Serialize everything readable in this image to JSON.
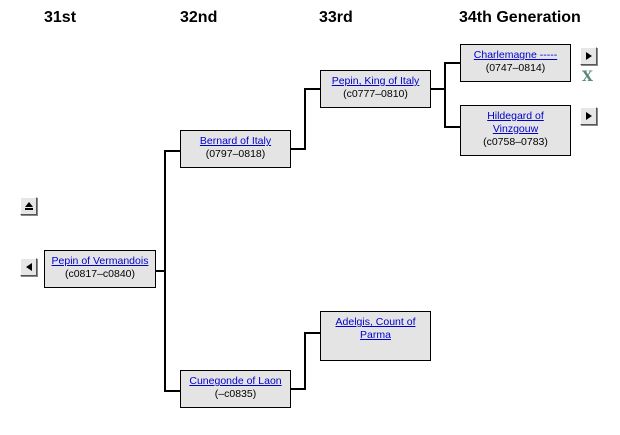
{
  "headers": {
    "gen31": "31st",
    "gen32": "32nd",
    "gen33": "33rd",
    "gen34": "34th Generation"
  },
  "persons": {
    "pepin_vermandois": {
      "name": "Pepin of Vermandois",
      "dates": "(c0817–c0840)"
    },
    "bernard_italy": {
      "name": "Bernard of Italy",
      "dates": "(0797–0818)"
    },
    "cunegonde_laon": {
      "name": "Cunegonde of Laon",
      "dates": "(–c0835)"
    },
    "pepin_king_italy": {
      "name": "Pepin, King of Italy",
      "dates": "(c0777–0810)"
    },
    "adelgis_parma": {
      "name": "Adelgis, Count of Parma",
      "dates": ""
    },
    "charlemagne": {
      "name": "Charlemagne -----",
      "dates": "(0747–0814)"
    },
    "hildegard": {
      "name": "Hildegard of Vinzgouw",
      "dates": "(c0758–0783)"
    }
  },
  "icons": {
    "x_glyph": "X",
    "x_color": "#5a8a78",
    "link_color": "#0000cc",
    "box_color": "#e4e4e4"
  }
}
